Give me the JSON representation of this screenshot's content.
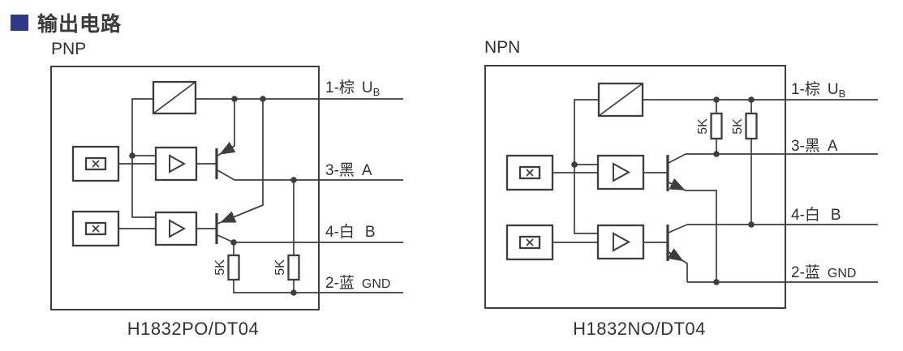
{
  "header": {
    "title": "输出电路",
    "bullet_color": "#2f3a87"
  },
  "colors": {
    "line": "#3d3d3d",
    "text": "#303030",
    "background": "#ffffff"
  },
  "pnp": {
    "type_label": "PNP",
    "caption": "H1832PO/DT04",
    "resistors": {
      "left": "5K",
      "right": "5K"
    },
    "wires": {
      "ub": {
        "pin": "1-棕",
        "signal": "U",
        "signal_sub": "B"
      },
      "a": {
        "pin": "3-黑",
        "signal": "A"
      },
      "b": {
        "pin": "4-白",
        "signal": "B"
      },
      "gnd": {
        "pin": "2-蓝",
        "signal": "GND"
      }
    }
  },
  "npn": {
    "type_label": "NPN",
    "caption": "H1832NO/DT04",
    "resistors": {
      "left": "5K",
      "right": "5K"
    },
    "wires": {
      "ub": {
        "pin": "1-棕",
        "signal": "U",
        "signal_sub": "B"
      },
      "a": {
        "pin": "3-黑",
        "signal": "A"
      },
      "b": {
        "pin": "4-白",
        "signal": "B"
      },
      "gnd": {
        "pin": "2-蓝",
        "signal": "GND"
      }
    }
  }
}
